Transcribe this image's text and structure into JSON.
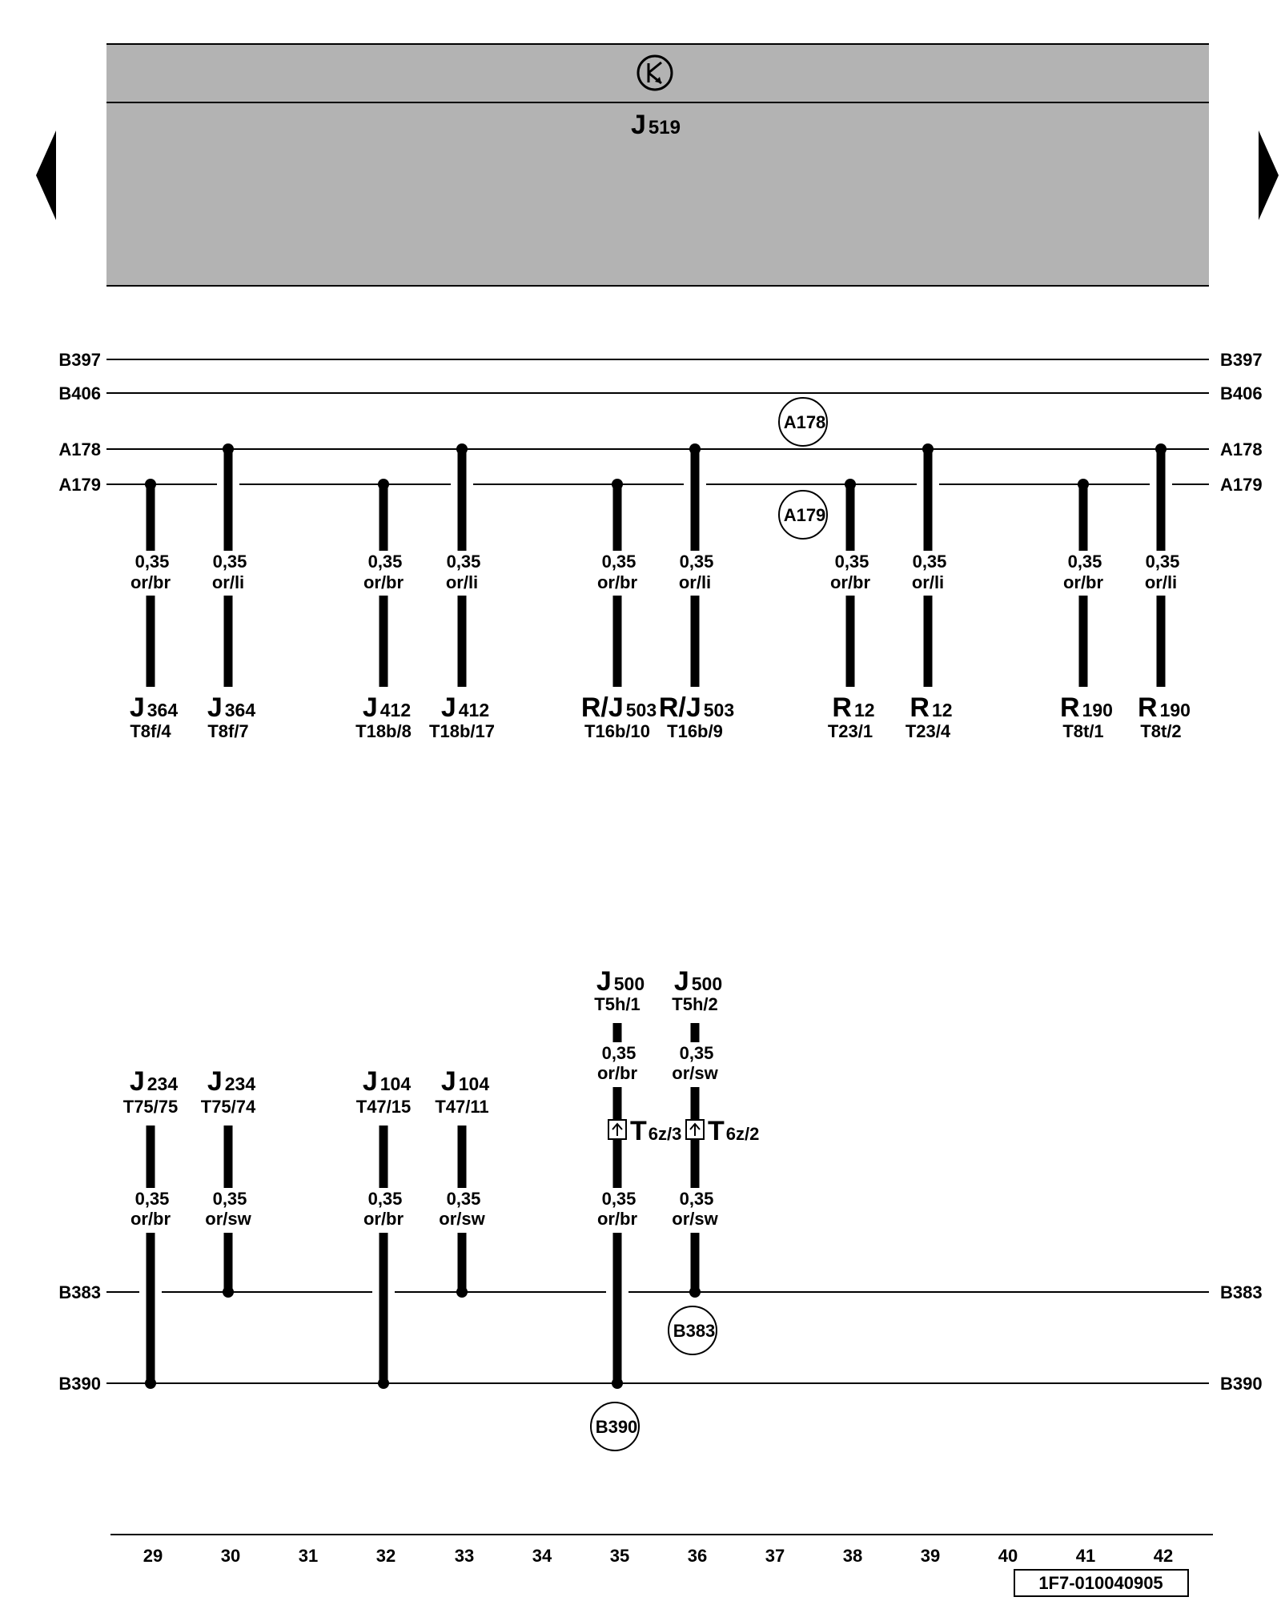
{
  "module": {
    "name": "J",
    "sub": "519",
    "icon": "transistor-symbol-icon"
  },
  "nav": {
    "prev_icon": "arrow-left-icon",
    "next_icon": "arrow-right-icon"
  },
  "buses_top": [
    "B397",
    "B406",
    "A178",
    "A179"
  ],
  "buses_bottom": [
    "B383",
    "B390"
  ],
  "bus_circles": [
    "A178",
    "A179",
    "B383",
    "B390"
  ],
  "top_wires": [
    {
      "bus": "A179",
      "size": "0,35",
      "color": "or/br",
      "comp": "J",
      "sub": "364",
      "pin": "T8f/4"
    },
    {
      "bus": "A178",
      "size": "0,35",
      "color": "or/li",
      "comp": "J",
      "sub": "364",
      "pin": "T8f/7"
    },
    {
      "bus": "A179",
      "size": "0,35",
      "color": "or/br",
      "comp": "J",
      "sub": "412",
      "pin": "T18b/8"
    },
    {
      "bus": "A178",
      "size": "0,35",
      "color": "or/li",
      "comp": "J",
      "sub": "412",
      "pin": "T18b/17"
    },
    {
      "bus": "A179",
      "size": "0,35",
      "color": "or/br",
      "comp": "R/J",
      "sub": "503",
      "pin": "T16b/10"
    },
    {
      "bus": "A178",
      "size": "0,35",
      "color": "or/li",
      "comp": "R/J",
      "sub": "503",
      "pin": "T16b/9"
    },
    {
      "bus": "A179",
      "size": "0,35",
      "color": "or/br",
      "comp": "R",
      "sub": "12",
      "pin": "T23/1"
    },
    {
      "bus": "A178",
      "size": "0,35",
      "color": "or/li",
      "comp": "R",
      "sub": "12",
      "pin": "T23/4"
    },
    {
      "bus": "A179",
      "size": "0,35",
      "color": "or/br",
      "comp": "R",
      "sub": "190",
      "pin": "T8t/1"
    },
    {
      "bus": "A178",
      "size": "0,35",
      "color": "or/li",
      "comp": "R",
      "sub": "190",
      "pin": "T8t/2"
    }
  ],
  "bottom_wires": [
    {
      "bus": "B390",
      "size": "0,35",
      "color": "or/br",
      "comp": "J",
      "sub": "234",
      "pin": "T75/75"
    },
    {
      "bus": "B383",
      "size": "0,35",
      "color": "or/sw",
      "comp": "J",
      "sub": "234",
      "pin": "T75/74"
    },
    {
      "bus": "B390",
      "size": "0,35",
      "color": "or/br",
      "comp": "J",
      "sub": "104",
      "pin": "T47/15"
    },
    {
      "bus": "B383",
      "size": "0,35",
      "color": "or/sw",
      "comp": "J",
      "sub": "104",
      "pin": "T47/11"
    }
  ],
  "connector_wires": [
    {
      "bus": "B390",
      "comp": "J",
      "sub": "500",
      "pin": "T5h/1",
      "upper_size": "0,35",
      "upper_color": "or/br",
      "conn": "T",
      "conn_sub": "6z/3",
      "lower_size": "0,35",
      "lower_color": "or/br"
    },
    {
      "bus": "B383",
      "comp": "J",
      "sub": "500",
      "pin": "T5h/2",
      "upper_size": "0,35",
      "upper_color": "or/sw",
      "conn": "T",
      "conn_sub": "6z/2",
      "lower_size": "0,35",
      "lower_color": "or/sw"
    }
  ],
  "columns": [
    "29",
    "30",
    "31",
    "32",
    "33",
    "34",
    "35",
    "36",
    "37",
    "38",
    "39",
    "40",
    "41",
    "42"
  ],
  "doc_id": "1F7-010040905"
}
